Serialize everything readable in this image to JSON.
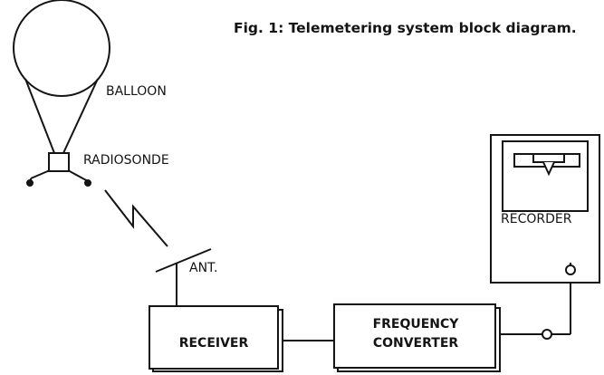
{
  "caption": "Fig. 1: Telemetering system block diagram.",
  "labels": {
    "balloon": "BALLOON",
    "radiosonde": "RADIOSONDE",
    "antenna": "ANT.",
    "receiver": "RECEIVER",
    "converter_line1": "FREQUENCY",
    "converter_line2": "CONVERTER",
    "recorder": "RECORDER"
  },
  "colors": {
    "ink": "#141414",
    "paper": "#ffffff"
  }
}
